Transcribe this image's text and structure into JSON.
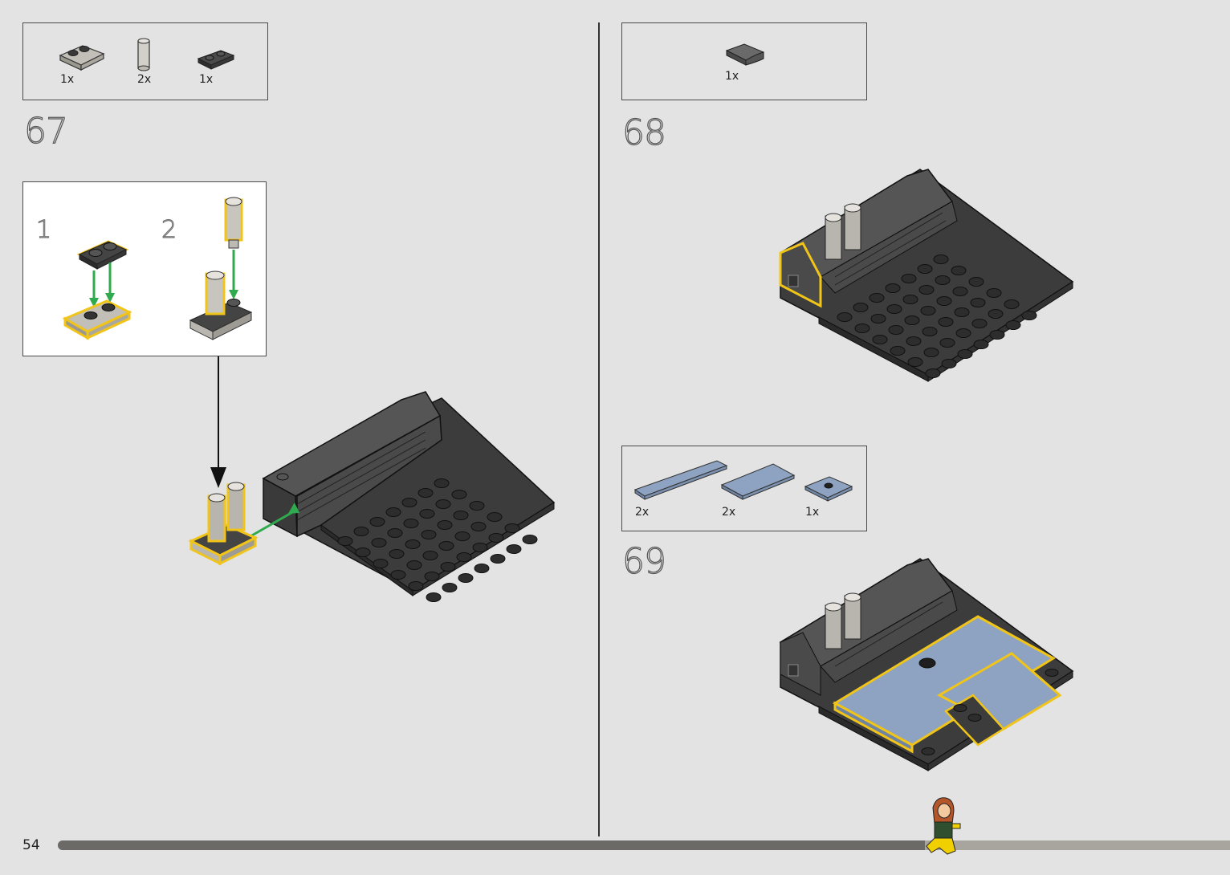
{
  "page": {
    "number": "54"
  },
  "progress": {
    "fraction": 0.74
  },
  "steps": [
    {
      "number": "67",
      "parts": [
        {
          "qty": "1x"
        },
        {
          "qty": "2x"
        },
        {
          "qty": "1x"
        }
      ],
      "substeps": [
        {
          "number": "1"
        },
        {
          "number": "2"
        }
      ]
    },
    {
      "number": "68",
      "parts": [
        {
          "qty": "1x"
        }
      ]
    },
    {
      "number": "69",
      "parts": [
        {
          "qty": "2x"
        },
        {
          "qty": "2x"
        },
        {
          "qty": "1x"
        }
      ]
    }
  ],
  "colors": {
    "background": "#e3e3e3",
    "brick_dark": "#3f3f3f",
    "brick_grey": "#b9b6b0",
    "brick_blue": "#7f96b5",
    "highlight": "#f0c419",
    "arrow_green": "#2faa4e"
  }
}
